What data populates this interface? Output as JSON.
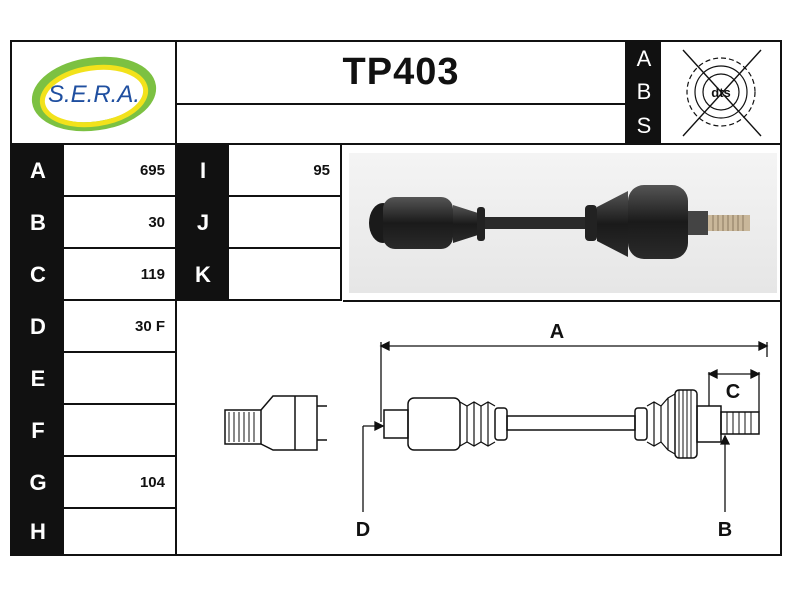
{
  "header": {
    "brand": "S.E.R.A.",
    "part_number": "TP403",
    "abs_letters": [
      "A",
      "B",
      "S"
    ],
    "dts_label": "dts"
  },
  "dimensions": {
    "left": [
      {
        "label": "A",
        "value": "695"
      },
      {
        "label": "B",
        "value": "30"
      },
      {
        "label": "C",
        "value": "119"
      },
      {
        "label": "D",
        "value": "30 F"
      },
      {
        "label": "E",
        "value": ""
      },
      {
        "label": "F",
        "value": ""
      },
      {
        "label": "G",
        "value": "104"
      },
      {
        "label": "H",
        "value": ""
      }
    ],
    "middle": [
      {
        "label": "I",
        "value": "95"
      },
      {
        "label": "J",
        "value": ""
      },
      {
        "label": "K",
        "value": ""
      }
    ]
  },
  "diagram_labels": {
    "a": "A",
    "b": "B",
    "c": "C",
    "d": "D"
  },
  "colors": {
    "brand_green": "#7cc142",
    "brand_yellow": "#f2e21b",
    "brand_blue": "#1f4fa0",
    "ink": "#111111"
  }
}
